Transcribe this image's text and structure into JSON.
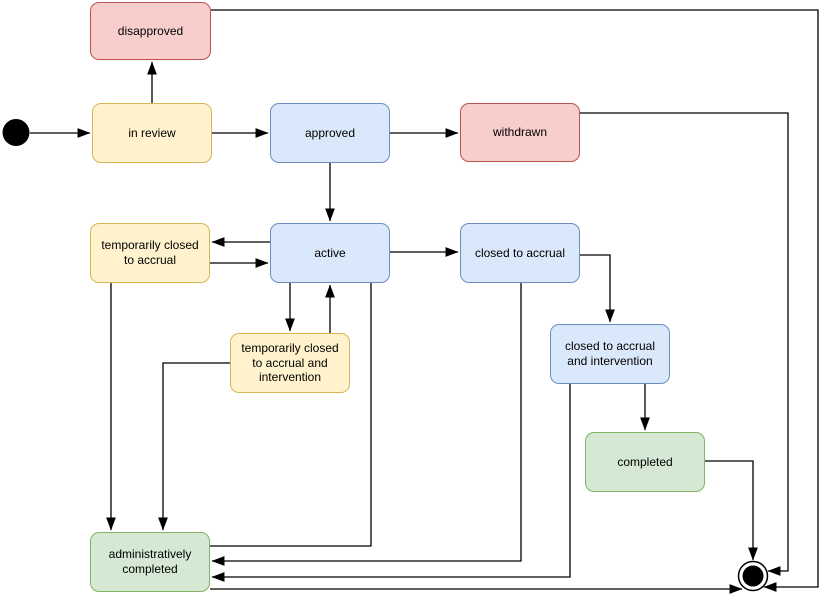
{
  "diagram": {
    "kind": "state-diagram",
    "background": "#ffffff",
    "edge_color": "#000000"
  },
  "palette": {
    "red": {
      "fill": "#f8cecc",
      "stroke": "#b85450"
    },
    "yellow": {
      "fill": "#fff2cc",
      "stroke": "#d6b656"
    },
    "blue": {
      "fill": "#dae8fc",
      "stroke": "#6c8ebf"
    },
    "green": {
      "fill": "#d5e8d4",
      "stroke": "#82b366"
    }
  },
  "nodes": {
    "start": {
      "kind": "initial-state",
      "label": ""
    },
    "disapproved": {
      "label": "disapproved",
      "color": "red"
    },
    "in_review": {
      "label": "in review",
      "color": "yellow"
    },
    "approved": {
      "label": "approved",
      "color": "blue"
    },
    "withdrawn": {
      "label": "withdrawn",
      "color": "red"
    },
    "temporarily_closed_to_accrual": {
      "label": "temporarily closed to accrual",
      "color": "yellow"
    },
    "active": {
      "label": "active",
      "color": "blue"
    },
    "closed_to_accrual": {
      "label": "closed to accrual",
      "color": "blue"
    },
    "temporarily_closed_to_accrual_and_intervention": {
      "label": "temporarily closed to accrual and intervention",
      "color": "yellow"
    },
    "closed_to_accrual_and_intervention": {
      "label": "closed to accrual and intervention",
      "color": "blue"
    },
    "completed": {
      "label": "completed",
      "color": "green"
    },
    "administratively_completed": {
      "label": "administratively completed",
      "color": "green"
    },
    "end": {
      "kind": "final-state",
      "label": ""
    }
  },
  "edges": [
    {
      "from": "start",
      "to": "in_review"
    },
    {
      "from": "in_review",
      "to": "disapproved"
    },
    {
      "from": "in_review",
      "to": "approved"
    },
    {
      "from": "approved",
      "to": "withdrawn"
    },
    {
      "from": "approved",
      "to": "active"
    },
    {
      "from": "active",
      "to": "temporarily_closed_to_accrual"
    },
    {
      "from": "temporarily_closed_to_accrual",
      "to": "active"
    },
    {
      "from": "active",
      "to": "closed_to_accrual"
    },
    {
      "from": "active",
      "to": "temporarily_closed_to_accrual_and_intervention"
    },
    {
      "from": "temporarily_closed_to_accrual_and_intervention",
      "to": "active"
    },
    {
      "from": "closed_to_accrual",
      "to": "closed_to_accrual_and_intervention"
    },
    {
      "from": "closed_to_accrual_and_intervention",
      "to": "completed"
    },
    {
      "from": "completed",
      "to": "end"
    },
    {
      "from": "temporarily_closed_to_accrual",
      "to": "administratively_completed"
    },
    {
      "from": "temporarily_closed_to_accrual_and_intervention",
      "to": "administratively_completed"
    },
    {
      "from": "active",
      "to": "administratively_completed",
      "arrowhead": "none"
    },
    {
      "from": "closed_to_accrual",
      "to": "administratively_completed"
    },
    {
      "from": "closed_to_accrual_and_intervention",
      "to": "administratively_completed"
    },
    {
      "from": "administratively_completed",
      "to": "end"
    },
    {
      "from": "withdrawn",
      "to": "end"
    },
    {
      "from": "disapproved",
      "to": "end"
    }
  ]
}
